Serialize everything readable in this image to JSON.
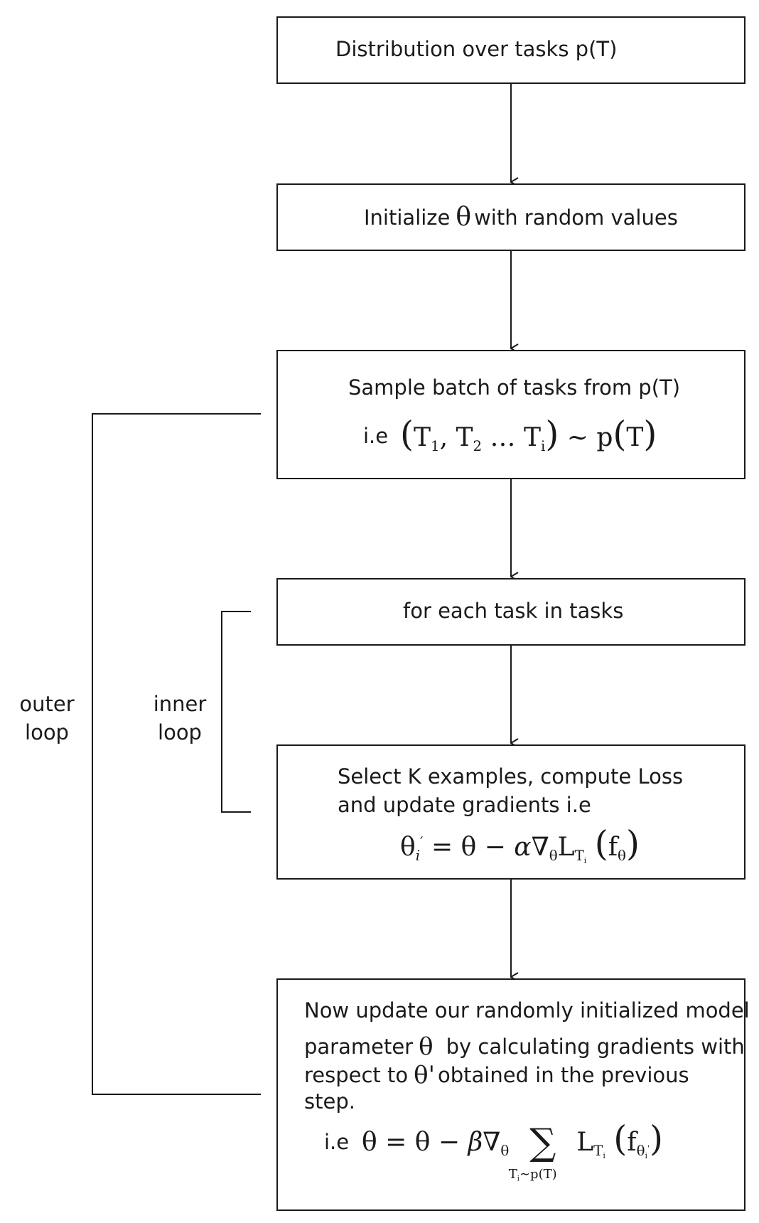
{
  "boxes": {
    "distribution": {
      "text": "Distribution over tasks p(T)"
    },
    "initialize": {
      "text_before": "Initialize",
      "theta": "θ",
      "text_after": "with random values"
    },
    "sample": {
      "text": "Sample batch of tasks from p(T)",
      "ie": "i.e",
      "formula": "(T₁, T₂ … Tᵢ) ∼ p(T)"
    },
    "for_each": {
      "text": "for each task in tasks"
    },
    "select": {
      "line1": "Select K examples, compute Loss",
      "line2": "and update gradients i.e",
      "formula": "θ′ᵢ = θ − α∇θ LTᵢ (fθ)"
    },
    "update": {
      "line1": "Now update our randomly initialized model",
      "line2_before": "parameter",
      "line2_theta": "θ",
      "line2_after": "by calculating gradients with",
      "line3_before": "respect to",
      "line3_theta": "θ'",
      "line3_after": "obtained in the previous",
      "line4": "step.",
      "ie": "i.e",
      "formula": "θ = θ − β∇θ ∑ Ti∼p(T) LTᵢ (fθ'ᵢ)"
    }
  },
  "loops": {
    "outer": {
      "line1": "outer",
      "line2": "loop"
    },
    "inner": {
      "line1": "inner",
      "line2": "loop"
    }
  }
}
